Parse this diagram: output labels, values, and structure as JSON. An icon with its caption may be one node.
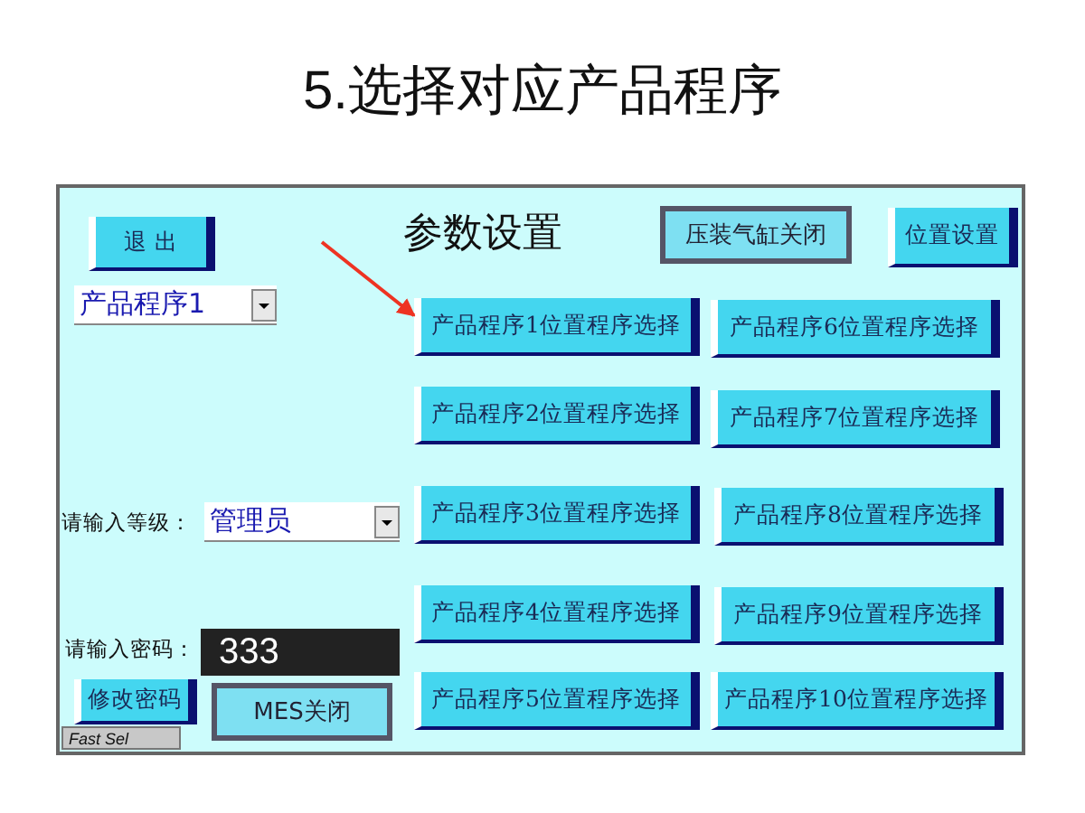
{
  "diagram": {
    "title": "5.选择对应产品程序",
    "nodes": [
      {
        "text": [
          "参数设置"
        ]
      },
      {
        "text": [
          "退 出"
        ],
        "in": 0
      },
      {
        "text": [
          "产品程序1"
        ],
        "in": 0
      },
      {
        "text": [
          "压装气缸关闭"
        ],
        "in": 0
      },
      {
        "text": [
          "位置设置"
        ],
        "in": 0
      },
      {
        "text": [
          "产品程序1位置程序选择"
        ],
        "in": 0
      },
      {
        "text": [
          "产品程序6位置程序选择"
        ],
        "in": 0
      },
      {
        "text": [
          "产品程序2位置程序选择"
        ],
        "in": 0
      },
      {
        "text": [
          "产品程序7位置程序选择"
        ],
        "in": 0
      },
      {
        "text": [
          "产品程序3位置程序选择"
        ],
        "in": 0
      },
      {
        "text": [
          "产品程序8位置程序选择"
        ],
        "in": 0
      },
      {
        "text": [
          "产品程序4位置程序选择"
        ],
        "in": 0
      },
      {
        "text": [
          "产品程序9位置程序选择"
        ],
        "in": 0
      },
      {
        "text": [
          "产品程序5位置程序选择"
        ],
        "in": 0
      },
      {
        "text": [
          "产品程序10位置程序选择"
        ],
        "in": 0
      },
      {
        "text": [
          "管理员"
        ],
        "in": 0,
        "beside": [
          "请输入等级："
        ]
      },
      {
        "text": [
          "333"
        ],
        "in": 0,
        "beside": [
          "请输入密码："
        ]
      },
      {
        "text": [
          "修改密码"
        ],
        "in": 0
      },
      {
        "text": [
          "MES关闭"
        ],
        "in": 0
      },
      {
        "text": [
          "Fast Sel"
        ],
        "in": 0
      }
    ],
    "edges": [
      {
        "from": null,
        "to": 5,
        "arrow": "to",
        "color": "#ee3322"
      }
    ]
  }
}
